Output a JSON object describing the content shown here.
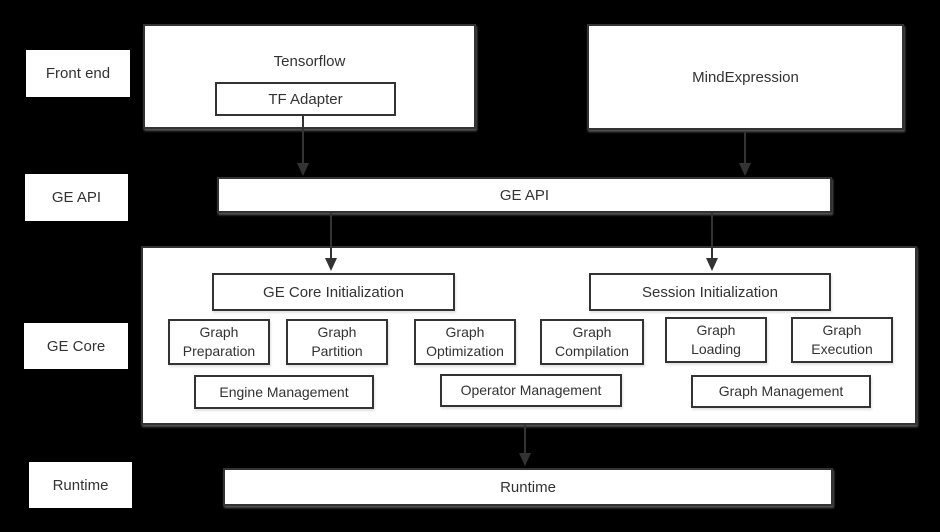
{
  "colors": {
    "background": "#000000",
    "box_fill": "#ffffff",
    "box_border": "#333333",
    "text": "#333333",
    "arrow": "#333333"
  },
  "row_labels": {
    "front_end": "Front end",
    "ge_api": "GE API",
    "ge_core": "GE Core",
    "runtime": "Runtime"
  },
  "front_end": {
    "tensorflow_label": "Tensorflow",
    "tf_adapter_label": "TF Adapter",
    "mind_expression_label": "MindExpression"
  },
  "ge_api": {
    "bar_label": "GE API"
  },
  "ge_core": {
    "ge_core_init_label": "GE Core Initialization",
    "session_init_label": "Session Initialization",
    "stages": [
      {
        "label": "Graph Preparation"
      },
      {
        "label": "Graph Partition"
      },
      {
        "label": "Graph Optimization"
      },
      {
        "label": "Graph Compilation"
      },
      {
        "label": "Graph Loading"
      },
      {
        "label": "Graph Execution"
      }
    ],
    "management": [
      {
        "label": "Engine Management"
      },
      {
        "label": "Operator Management"
      },
      {
        "label": "Graph Management"
      }
    ]
  },
  "runtime": {
    "bar_label": "Runtime"
  }
}
